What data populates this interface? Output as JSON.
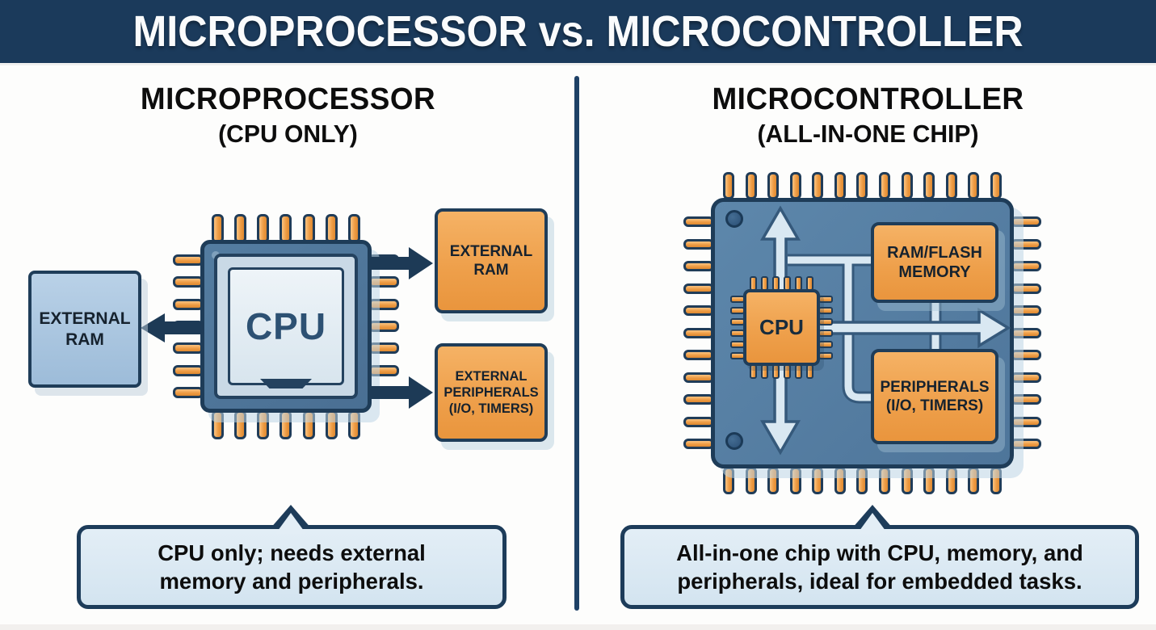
{
  "title_bar": {
    "title": "MICROPROCESSOR vs. MICROCONTROLLER"
  },
  "left_panel": {
    "heading": "MICROPROCESSOR",
    "subheading": "(CPU ONLY)",
    "chip_label": "CPU",
    "side_ram_label": "EXTERNAL RAM",
    "ram_box_label": "EXTERNAL RAM",
    "peripherals_box_label": "EXTERNAL PERIPHERALS (I/O, TIMERS)",
    "caption": "CPU only; needs external memory and peripherals."
  },
  "right_panel": {
    "heading": "MICROCONTROLLER",
    "subheading": "(ALL-IN-ONE CHIP)",
    "cpu_label": "CPU",
    "memory_box_label": "RAM/FLASH MEMORY",
    "peripherals_box_label": "PERIPHERALS (I/O, TIMERS)",
    "caption": "All-in-one chip with CPU, memory, and peripherals, ideal for embedded tasks."
  },
  "colors": {
    "header_bg": "#1b3a5b",
    "navy_outline": "#1e3c58",
    "chip_body_blue": "#547ca2",
    "pin_orange": "#ee9c45",
    "box_orange": "#f0a350",
    "ram_box_blue": "#a9c6e0",
    "inner_die_light": "#dce9f3",
    "bus_light_blue": "#d9e8f2",
    "callout_bg": "#ddeaf4",
    "text_dark": "#111111"
  }
}
